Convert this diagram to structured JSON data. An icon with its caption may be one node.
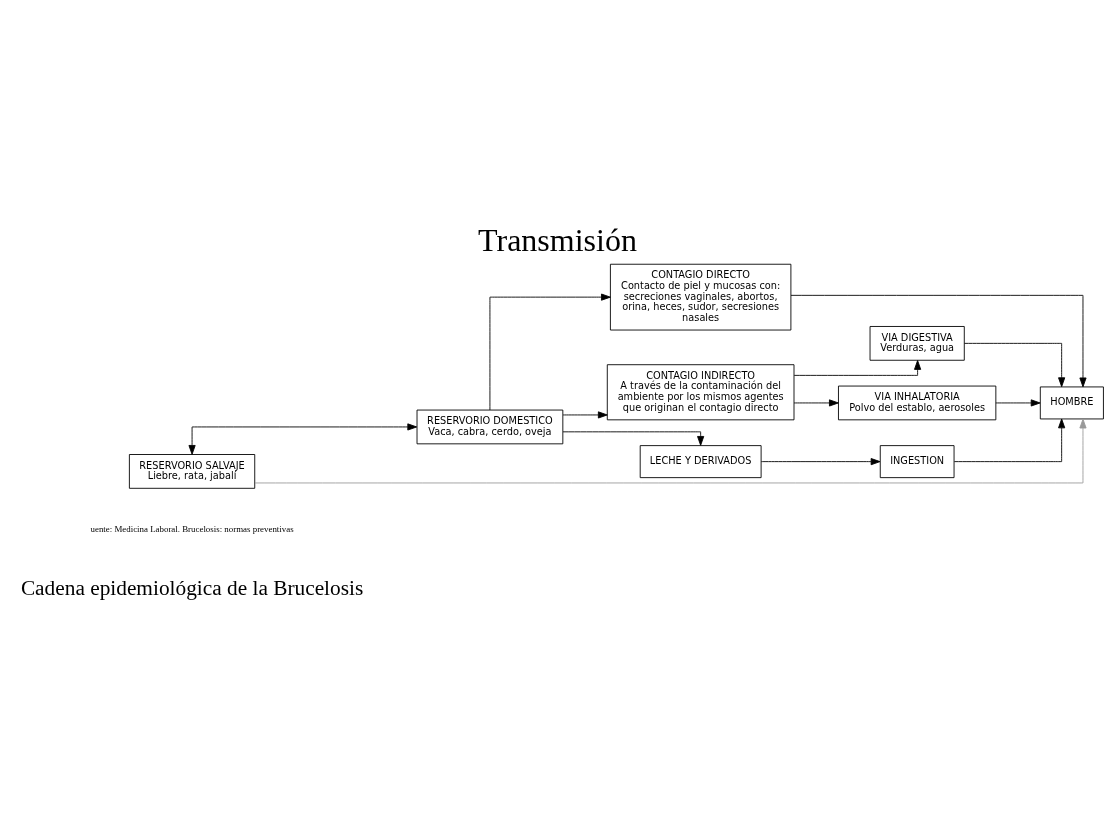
{
  "diagram": {
    "title": "Transmisión",
    "caption": "uente: Medicina Laboral. Brucelosis: normas preventivas",
    "nodes": [
      {
        "text": [
          "RESERVORIO SALVAJE",
          "Liebre, rata, jabalí"
        ]
      },
      {
        "text": [
          "RESERVORIO DOMESTICO",
          "Vaca, cabra, cerdo, oveja"
        ]
      },
      {
        "text": [
          "CONTAGIO DIRECTO",
          "Contacto de piel y mucosas con: secreciones vaginales, abortos, orina, heces, sudor, secresiones nasales"
        ]
      },
      {
        "text": [
          "CONTAGIO INDIRECTO",
          "A través de la contaminación del ambiente por los mismos agentes que originan el contagio directo"
        ]
      },
      {
        "text": [
          "VIA DIGESTIVA",
          "Verduras, agua"
        ]
      },
      {
        "text": [
          "VIA INHALATORIA",
          "Polvo del establo, aerosoles"
        ]
      },
      {
        "text": [
          "HOMBRE"
        ]
      },
      {
        "text": [
          "LECHE Y DERIVADOS"
        ]
      },
      {
        "text": [
          "INGESTION"
        ]
      }
    ],
    "edges": [
      {
        "from": 0,
        "to": 1,
        "arrow": "both"
      },
      {
        "from": 0,
        "to": 6,
        "arrow": "to",
        "color": "#999999"
      },
      {
        "from": 1,
        "to": 2,
        "arrow": "to"
      },
      {
        "from": 1,
        "to": 3,
        "arrow": "to"
      },
      {
        "from": 1,
        "to": 7,
        "arrow": "to"
      },
      {
        "from": 2,
        "to": 6,
        "arrow": "to"
      },
      {
        "from": 3,
        "to": 4,
        "arrow": "to"
      },
      {
        "from": 3,
        "to": 5,
        "arrow": "to"
      },
      {
        "from": 4,
        "to": 6,
        "arrow": "to"
      },
      {
        "from": 5,
        "to": 6,
        "arrow": "to"
      },
      {
        "from": 7,
        "to": 8,
        "arrow": "to"
      },
      {
        "from": 8,
        "to": 6,
        "arrow": "to"
      }
    ],
    "labels": [
      "Cadena epidemiológica de la Brucelosis"
    ]
  }
}
